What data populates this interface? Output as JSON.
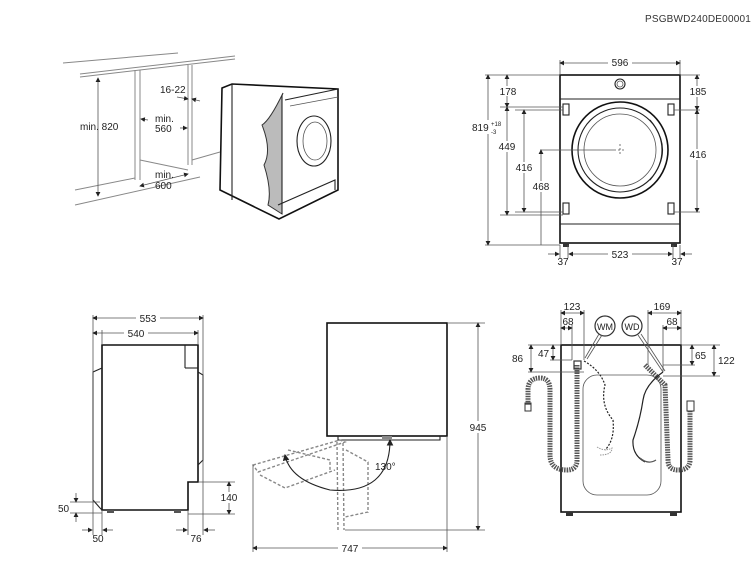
{
  "drawing_code": "PSGBWD240DE00001",
  "installation_view": {
    "labels": {
      "min_height": "min. 820",
      "panel_thickness": "16-22",
      "min_width": "min.\n560",
      "min_width_line1": "min.",
      "min_width_line2": "560",
      "min_depth_line1": "min.",
      "min_depth_line2": "600"
    }
  },
  "front_view": {
    "width": "596",
    "total_height": "819",
    "total_height_tol_upper": "+18",
    "total_height_tol_lower": "-3",
    "top_to_hinge_left": "178",
    "top_to_hinge_right": "185",
    "hinge_span_left_outer": "449",
    "hinge_span_left_inner": "416",
    "hinge_span_right": "416",
    "center_height": "468",
    "foot_offset_left": "37",
    "foot_span": "523",
    "foot_offset_right": "37"
  },
  "side_view": {
    "total_depth": "553",
    "body_depth": "540",
    "front_offset_height": "50",
    "front_offset_depth": "50",
    "rear_recess_height": "140",
    "rear_recess_depth": "76"
  },
  "top_view": {
    "door_opening_angle": "130°",
    "depth_with_door_open": "945",
    "width_with_door_open": "747"
  },
  "rear_view": {
    "label_wm": "WM",
    "label_wd": "WD",
    "left_outer_offset": "123",
    "left_inner_offset": "68",
    "right_outer_offset": "169",
    "right_inner_offset": "68",
    "left_outer_height": "86",
    "left_inner_height": "47",
    "right_inner_height": "65",
    "right_outer_height": "122"
  }
}
